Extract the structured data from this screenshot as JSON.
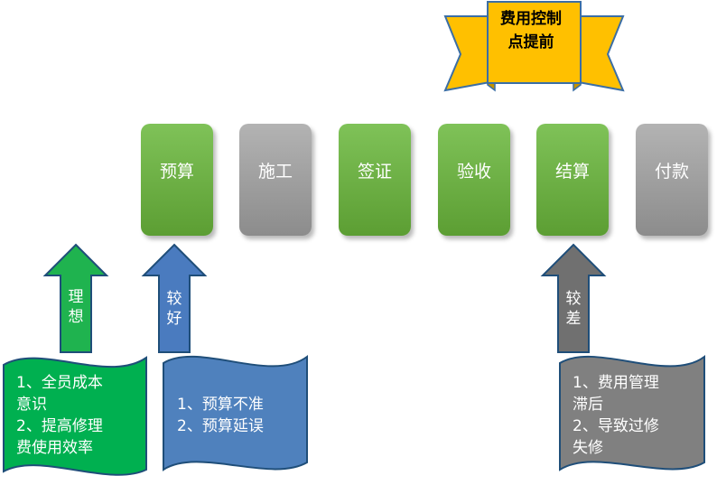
{
  "banner": {
    "text": "费用控制点提前"
  },
  "stages": [
    {
      "label": "预算",
      "status": "green"
    },
    {
      "label": "施工",
      "status": "gray"
    },
    {
      "label": "签证",
      "status": "green"
    },
    {
      "label": "验收",
      "status": "green"
    },
    {
      "label": "结算",
      "status": "green"
    },
    {
      "label": "付款",
      "status": "gray"
    }
  ],
  "arrows": [
    {
      "label": "理想",
      "color": "#1fb34f"
    },
    {
      "label": "较好",
      "color": "#4a7bbf"
    },
    {
      "label": "较差",
      "color": "#707070"
    }
  ],
  "notes": [
    {
      "lines": [
        "1、全员成本",
        "意识",
        "2、提高修理",
        "费使用效率"
      ],
      "color": "#00b050"
    },
    {
      "lines": [
        "1、预算不准",
        "2、预算延误"
      ],
      "color": "#4f81bd"
    },
    {
      "lines": [
        "1、费用管理",
        "滞后",
        "2、导致过修",
        "失修"
      ],
      "color": "#808080"
    }
  ],
  "colors": {
    "green": "#6fb043",
    "gray": "#a5a5a5",
    "banner": "#ffc000"
  }
}
